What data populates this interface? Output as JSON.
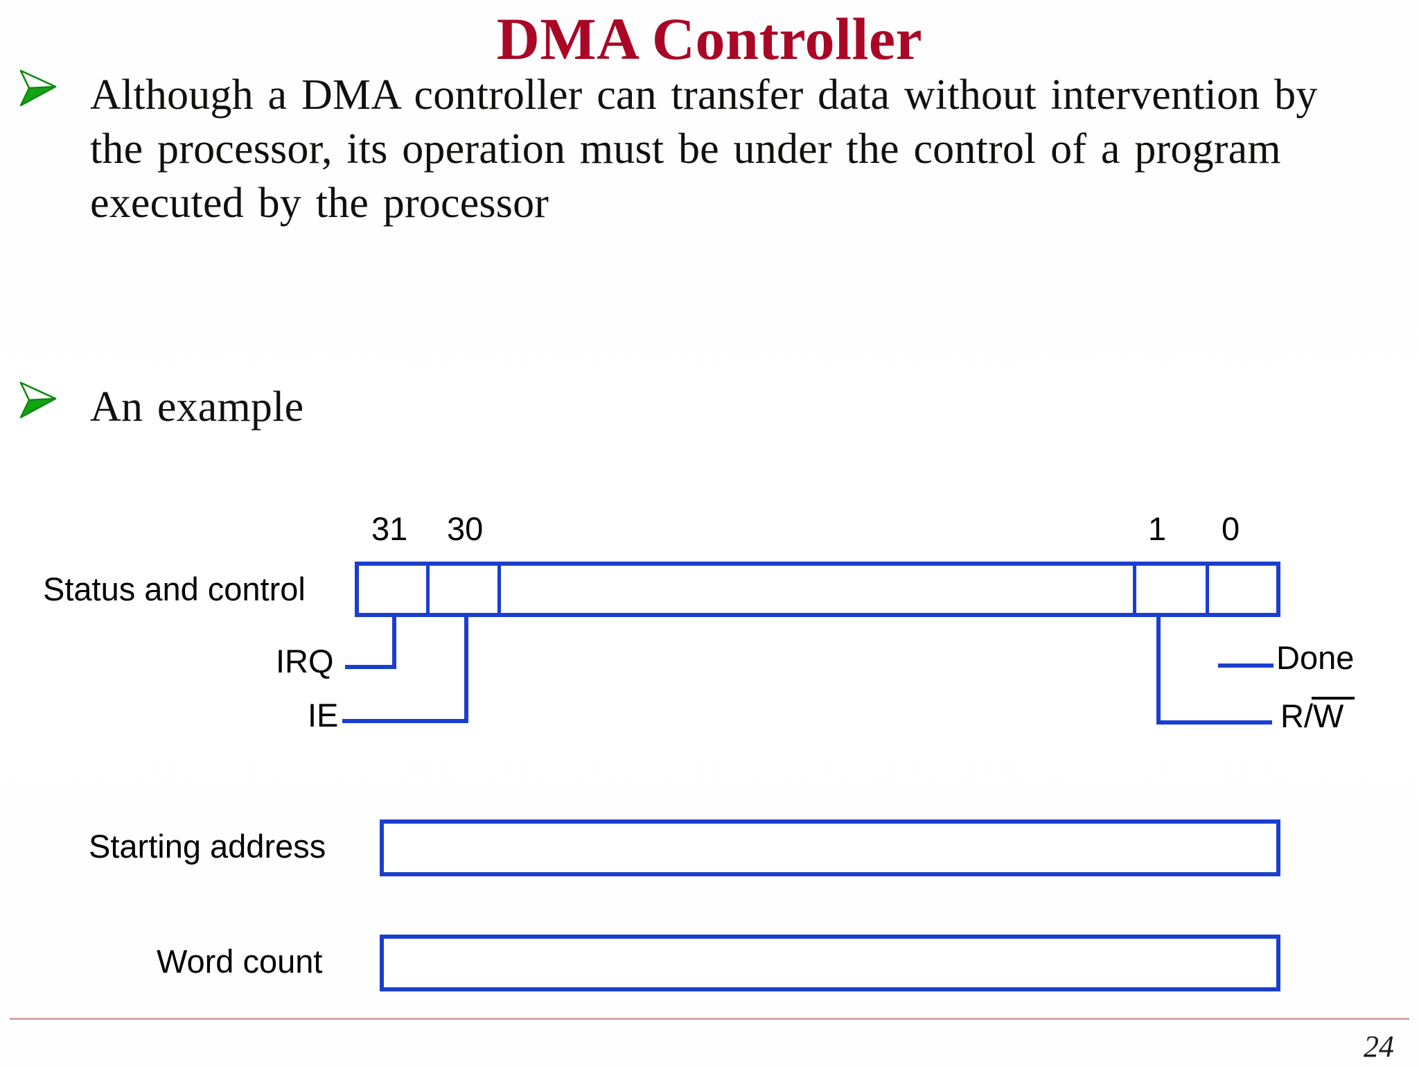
{
  "slide": {
    "title": "DMA Controller",
    "title_color": "#aa0726",
    "page_number": "24",
    "accent_line_color": "#d9a3a3"
  },
  "bullets": [
    {
      "marker": "arrowhead-green",
      "text": "Although a DMA controller can transfer data without intervention by the processor, its operation must be under the control of a program executed by the processor"
    },
    {
      "marker": "arrowhead-green",
      "text": "An example"
    }
  ],
  "diagram": {
    "line_color": "#1a3fd0",
    "registers": [
      {
        "name": "status-and-control",
        "label": "Status and control",
        "bit_labels": [
          {
            "text": "31",
            "bit": 31
          },
          {
            "text": "30",
            "bit": 30
          },
          {
            "text": "1",
            "bit": 1
          },
          {
            "text": "0",
            "bit": 0
          }
        ],
        "fields": [
          {
            "bit": 31,
            "label": "IRQ"
          },
          {
            "bit": 30,
            "label": "IE"
          },
          {
            "bit": 1,
            "label": "Done"
          },
          {
            "bit": 0,
            "label": "R/W",
            "overline_on": "W"
          }
        ]
      },
      {
        "name": "starting-address",
        "label": "Starting address"
      },
      {
        "name": "word-count",
        "label": "Word count"
      }
    ]
  }
}
